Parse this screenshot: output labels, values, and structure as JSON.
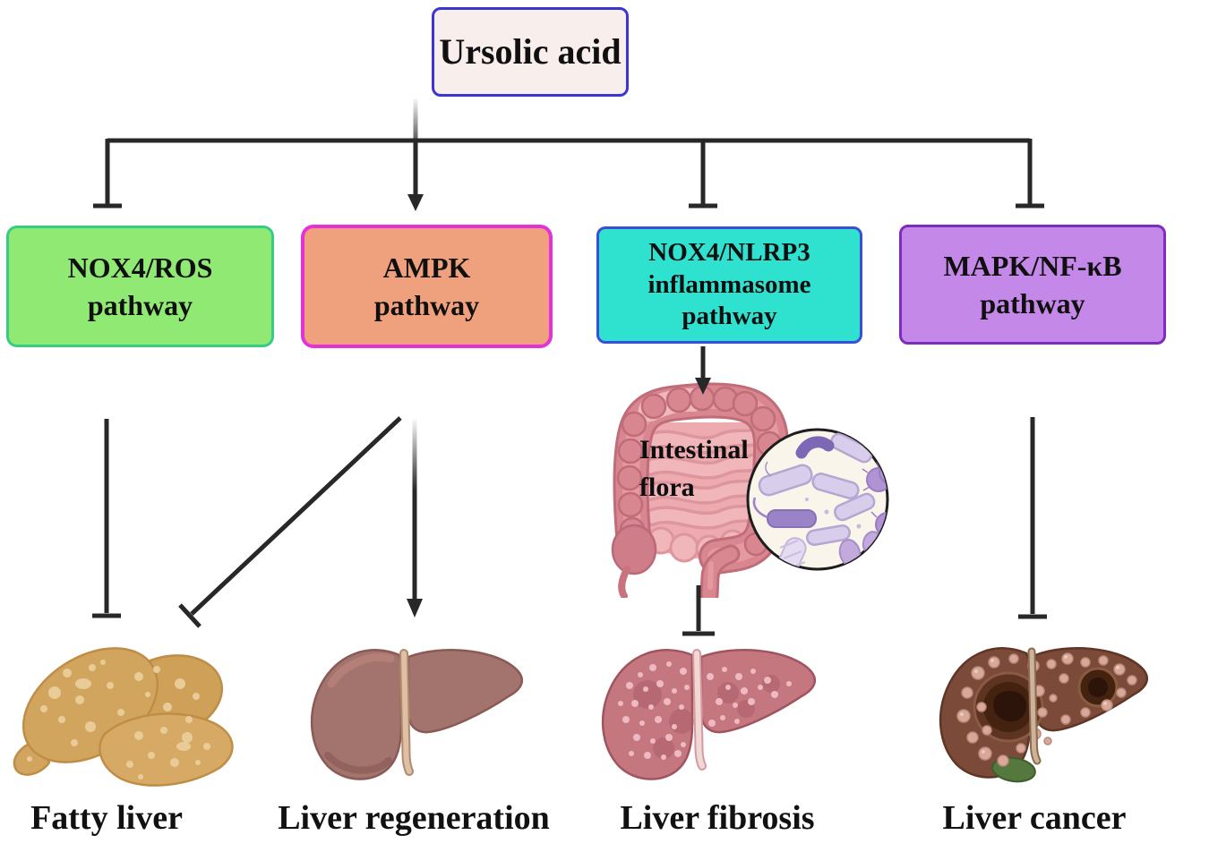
{
  "title": {
    "label": "Ursolic acid"
  },
  "pathway_boxes": [
    {
      "id": "nox4-ros",
      "line1": "NOX4/ROS",
      "line2": "pathway",
      "line3": "",
      "fill": "#90e973",
      "border": "#36cc85"
    },
    {
      "id": "ampk",
      "line1": "AMPK",
      "line2": "pathway",
      "line3": "",
      "fill": "#efa07c",
      "border": "#e531d8"
    },
    {
      "id": "nox4-nlrp3",
      "line1": "NOX4/NLRP3",
      "line2": "inflammasome",
      "line3": "pathway",
      "fill": "#2fe2cf",
      "border": "#3a4fd8"
    },
    {
      "id": "mapk-nfkb",
      "line1": "MAPK/NF-κB",
      "line2": "pathway",
      "line3": "",
      "fill": "#c388e8",
      "border": "#7e2cbe"
    }
  ],
  "intestine": {
    "label": "Intestinal flora"
  },
  "outcomes": [
    {
      "label": "Fatty liver"
    },
    {
      "label": "Liver regeneration"
    },
    {
      "label": "Liver fibrosis"
    },
    {
      "label": "Liver cancer"
    }
  ],
  "connectors": {
    "title_to_nox4_ros": "t-bar inhibition",
    "title_to_ampk": "arrow",
    "title_to_nox4_nlrp3": "t-bar inhibition",
    "title_to_mapk_nfkb": "t-bar inhibition",
    "nox4_ros_to_fatty_liver": "t-bar inhibition",
    "ampk_to_fatty_liver": "t-bar inhibition (diagonal)",
    "ampk_to_liver_regeneration": "arrow",
    "nox4_nlrp3_to_intestinal_flora": "arrow",
    "intestinal_flora_to_liver_fibrosis": "t-bar inhibition",
    "mapk_nfkb_to_liver_cancer": "t-bar inhibition"
  },
  "colors": {
    "background": "#ffffff",
    "connector_line": "#282828",
    "title_box_fill": "#f8eeec",
    "title_box_border": "#3a36d2",
    "fatty_liver": "#d2a55f",
    "regeneration_liver": "#a3736d",
    "fibrosis_liver": "#c4777f",
    "cancer_liver": "#7c4a38",
    "intestine": "#d8868f",
    "bacteria_circle_fill": "#faf5ea"
  }
}
